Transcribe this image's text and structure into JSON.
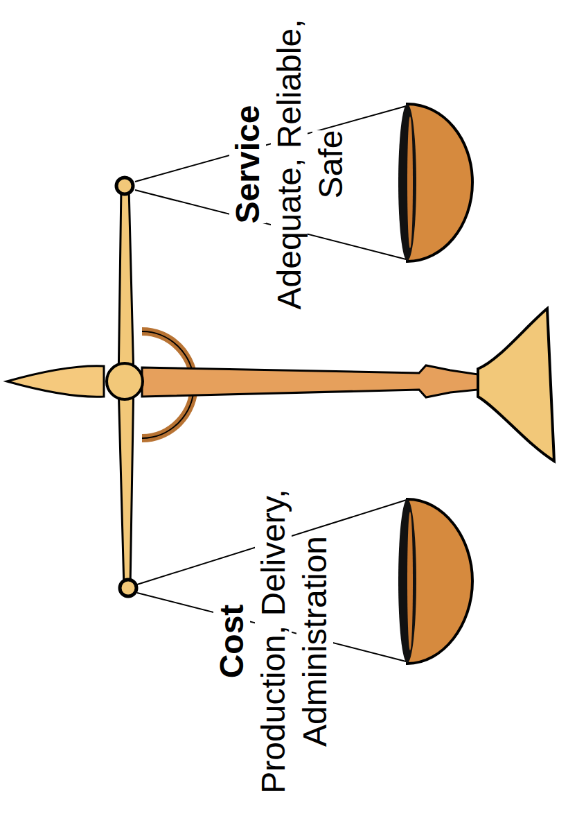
{
  "diagram": {
    "labels": [
      "Cost",
      "Production, Delivery, Administration",
      "Service",
      "Adequate, Reliable, Safe"
    ]
  }
}
